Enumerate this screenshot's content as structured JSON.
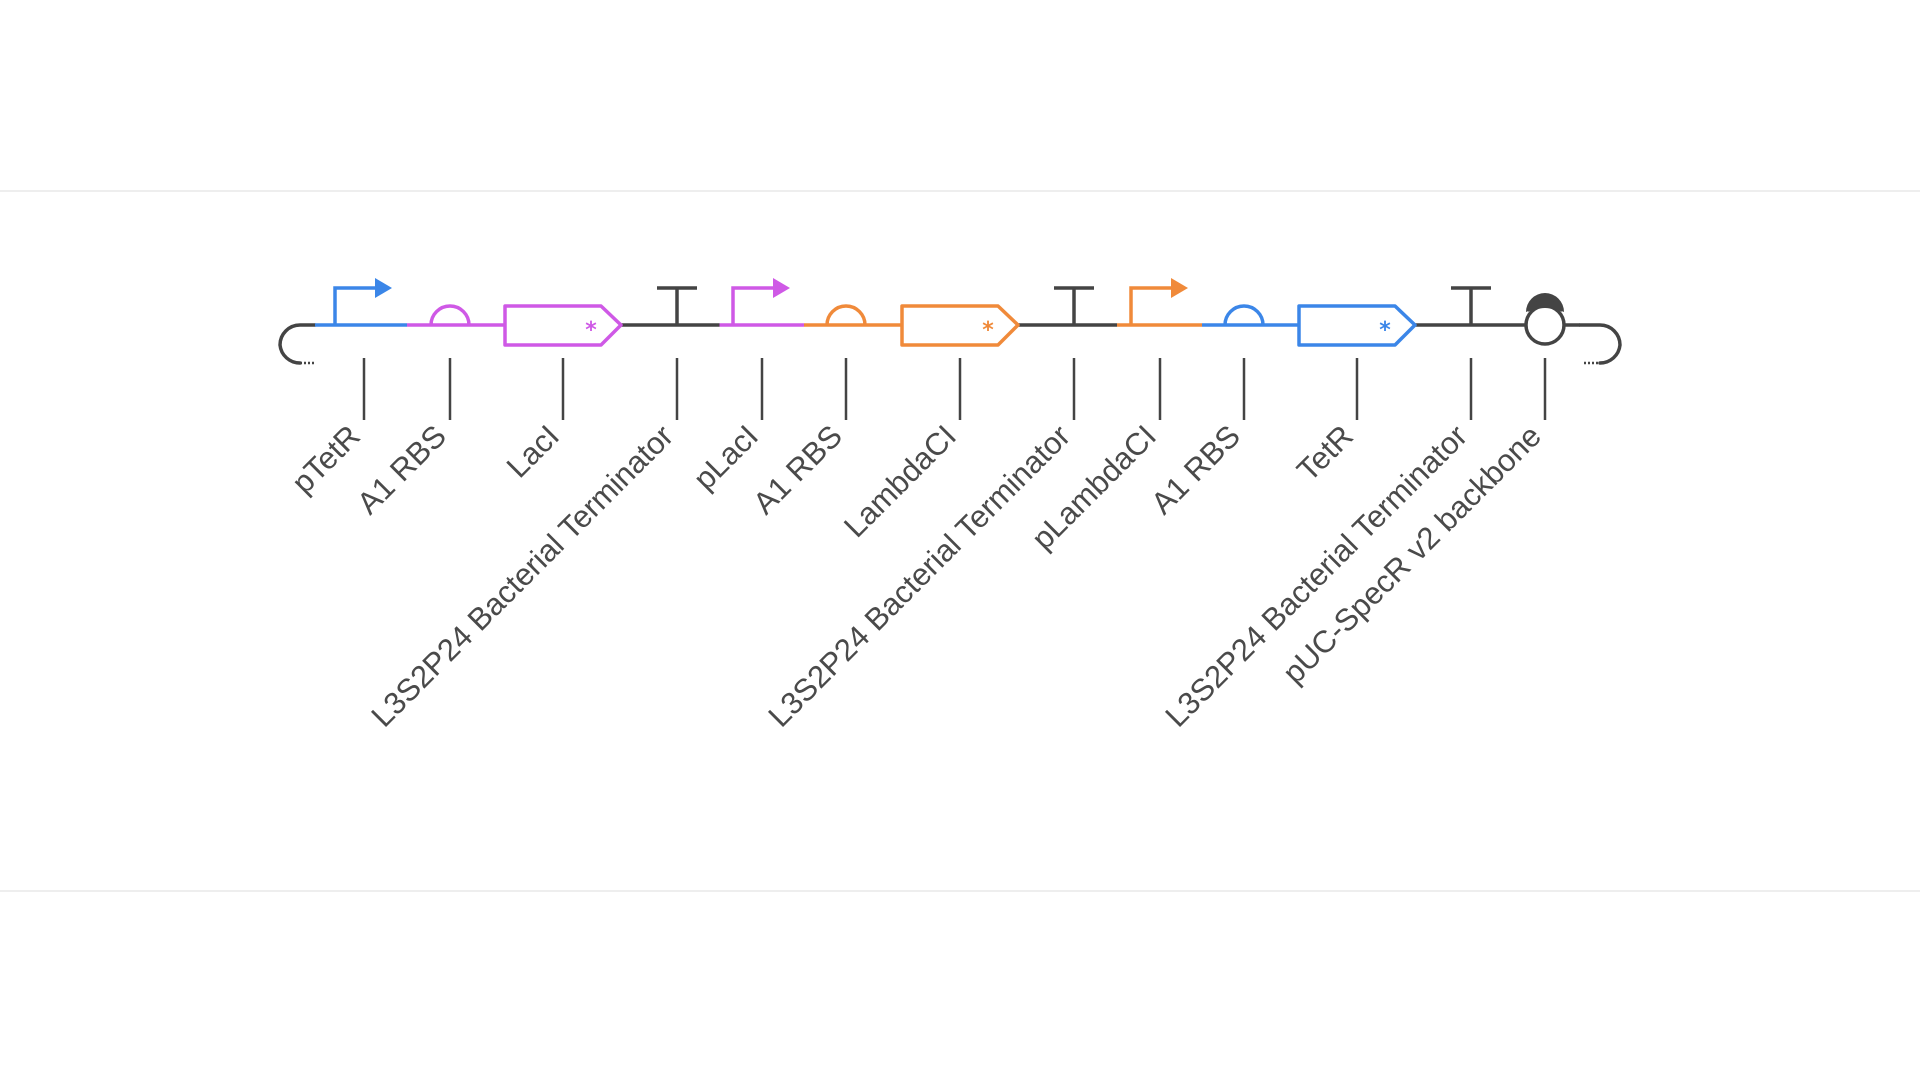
{
  "colors": {
    "backbone": "#444444",
    "blue": "#3b86e8",
    "magenta": "#cf59e6",
    "orange": "#f08a3a",
    "divider": "#eeeeee"
  },
  "parts": [
    {
      "type": "promoter",
      "label": "pTetR",
      "color": "blue",
      "icon": "promoter-arrow-icon"
    },
    {
      "type": "rbs",
      "label": "A1 RBS",
      "color": "magenta",
      "icon": "rbs-dome-icon"
    },
    {
      "type": "cds",
      "label": "LacI",
      "color": "magenta",
      "icon": "cds-pentagon-icon"
    },
    {
      "type": "terminator",
      "label": "L3S2P24 Bacterial Terminator",
      "color": "backbone",
      "icon": "terminator-t-icon"
    },
    {
      "type": "promoter",
      "label": "pLacI",
      "color": "magenta",
      "icon": "promoter-arrow-icon"
    },
    {
      "type": "rbs",
      "label": "A1 RBS",
      "color": "orange",
      "icon": "rbs-dome-icon"
    },
    {
      "type": "cds",
      "label": "LambdaCI",
      "color": "orange",
      "icon": "cds-pentagon-icon"
    },
    {
      "type": "terminator",
      "label": "L3S2P24 Bacterial Terminator",
      "color": "backbone",
      "icon": "terminator-t-icon"
    },
    {
      "type": "promoter",
      "label": "pLambdaCI",
      "color": "orange",
      "icon": "promoter-arrow-icon"
    },
    {
      "type": "rbs",
      "label": "A1 RBS",
      "color": "blue",
      "icon": "rbs-dome-icon"
    },
    {
      "type": "cds",
      "label": "TetR",
      "color": "blue",
      "icon": "cds-pentagon-icon"
    },
    {
      "type": "terminator",
      "label": "L3S2P24 Bacterial Terminator",
      "color": "backbone",
      "icon": "terminator-t-icon"
    },
    {
      "type": "origin",
      "label": "pUC-SpecR v2 backbone",
      "color": "backbone",
      "icon": "origin-circle-icon"
    }
  ]
}
